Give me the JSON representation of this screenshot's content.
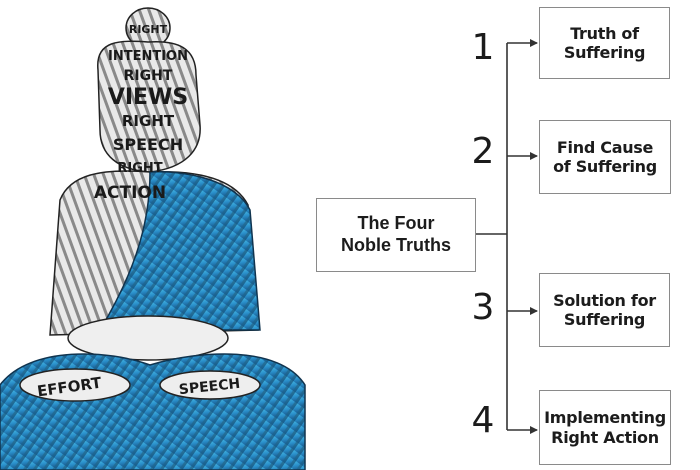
{
  "diagram": {
    "center_label": "The Four\nNoble Truths",
    "truths": [
      {
        "number": "1",
        "label": "Truth of\nSuffering"
      },
      {
        "number": "2",
        "label": "Find Cause\nof Suffering"
      },
      {
        "number": "3",
        "label": "Solution for\nSuffering"
      },
      {
        "number": "4",
        "label": "Implementing\nRight Action"
      }
    ]
  },
  "illustration": {
    "visible_words": [
      "RIGHT",
      "INTENTION",
      "RIGHT",
      "VIEWS",
      "RIGHT",
      "SPEECH",
      "RIGHT",
      "ACTION",
      "EFFORT",
      "SPEECH"
    ]
  },
  "colors": {
    "line": "#333333",
    "box_border": "#8a8a8a",
    "robe_dark": "#1d6fa8",
    "robe_light": "#3fb0df",
    "text": "#1c1c1c"
  }
}
